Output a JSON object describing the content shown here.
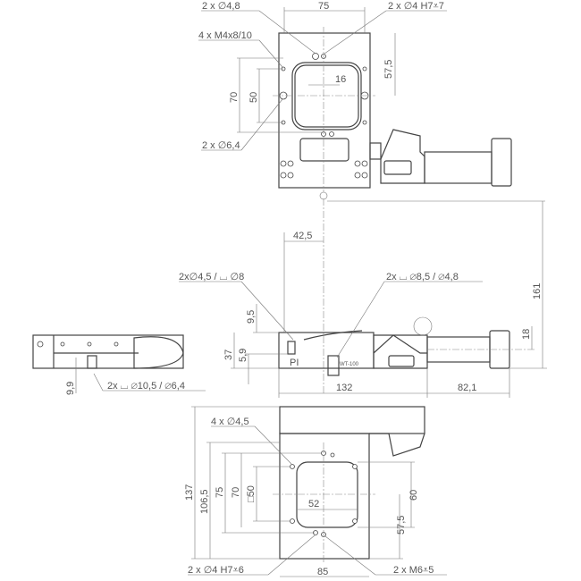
{
  "top_view": {
    "labels": {
      "holes_48": "2 x ∅4,8",
      "width_75": "75",
      "pins_h7_7": "2 x ∅4 H7⩡7",
      "threads_m4": "4 x M4x8/10",
      "dim_57_5": "57,5",
      "dim_16": "16",
      "dim_70": "70",
      "dim_50": "50",
      "holes_64": "2 x ∅6,4"
    }
  },
  "side_view": {
    "labels": {
      "dim_42_5": "42,5",
      "cbore_45_8": "2x∅4,5 / ⌴ ∅8",
      "cbore_85_48": "2x ⌴ ∅8,5 / ∅4,8",
      "dim_161": "161",
      "dim_9_5": "9,5",
      "dim_37": "37",
      "dim_5_9": "5,9",
      "dim_18": "18",
      "dim_132": "132",
      "dim_82_1": "82,1",
      "logo": "PI",
      "model": "WT-100"
    }
  },
  "end_view": {
    "labels": {
      "dim_9_9": "9,9",
      "cbore_105_64": "2x ⌴ ∅10,5 / ∅6,4"
    }
  },
  "bottom_view": {
    "labels": {
      "holes_45": "4 x ∅4,5",
      "dim_137": "137",
      "dim_106_5": "106,5",
      "dim_75": "75",
      "dim_70": "70",
      "dim_sq50": "□50",
      "dim_52": "52",
      "dim_60": "60",
      "dim_57_5": "57,5",
      "pins_h7_6": "2 x ∅4 H7⩡6",
      "threads_m6": "2 x M6⩡5",
      "dim_85": "85"
    }
  }
}
